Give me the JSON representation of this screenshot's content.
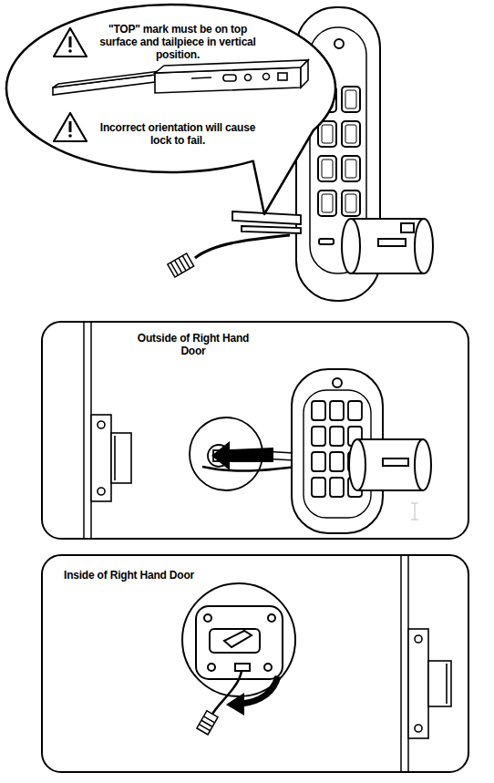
{
  "diagram": {
    "nodes": [
      {
        "text": [
          "\"TOP\" mark must be on top surface and tailpiece in vertical position.",
          "Incorrect orientation will cause lock to fail."
        ]
      },
      {
        "text": [
          "Outside of Right Hand Door"
        ]
      },
      {
        "text": [
          "Inside of Right Hand Door"
        ]
      }
    ]
  }
}
